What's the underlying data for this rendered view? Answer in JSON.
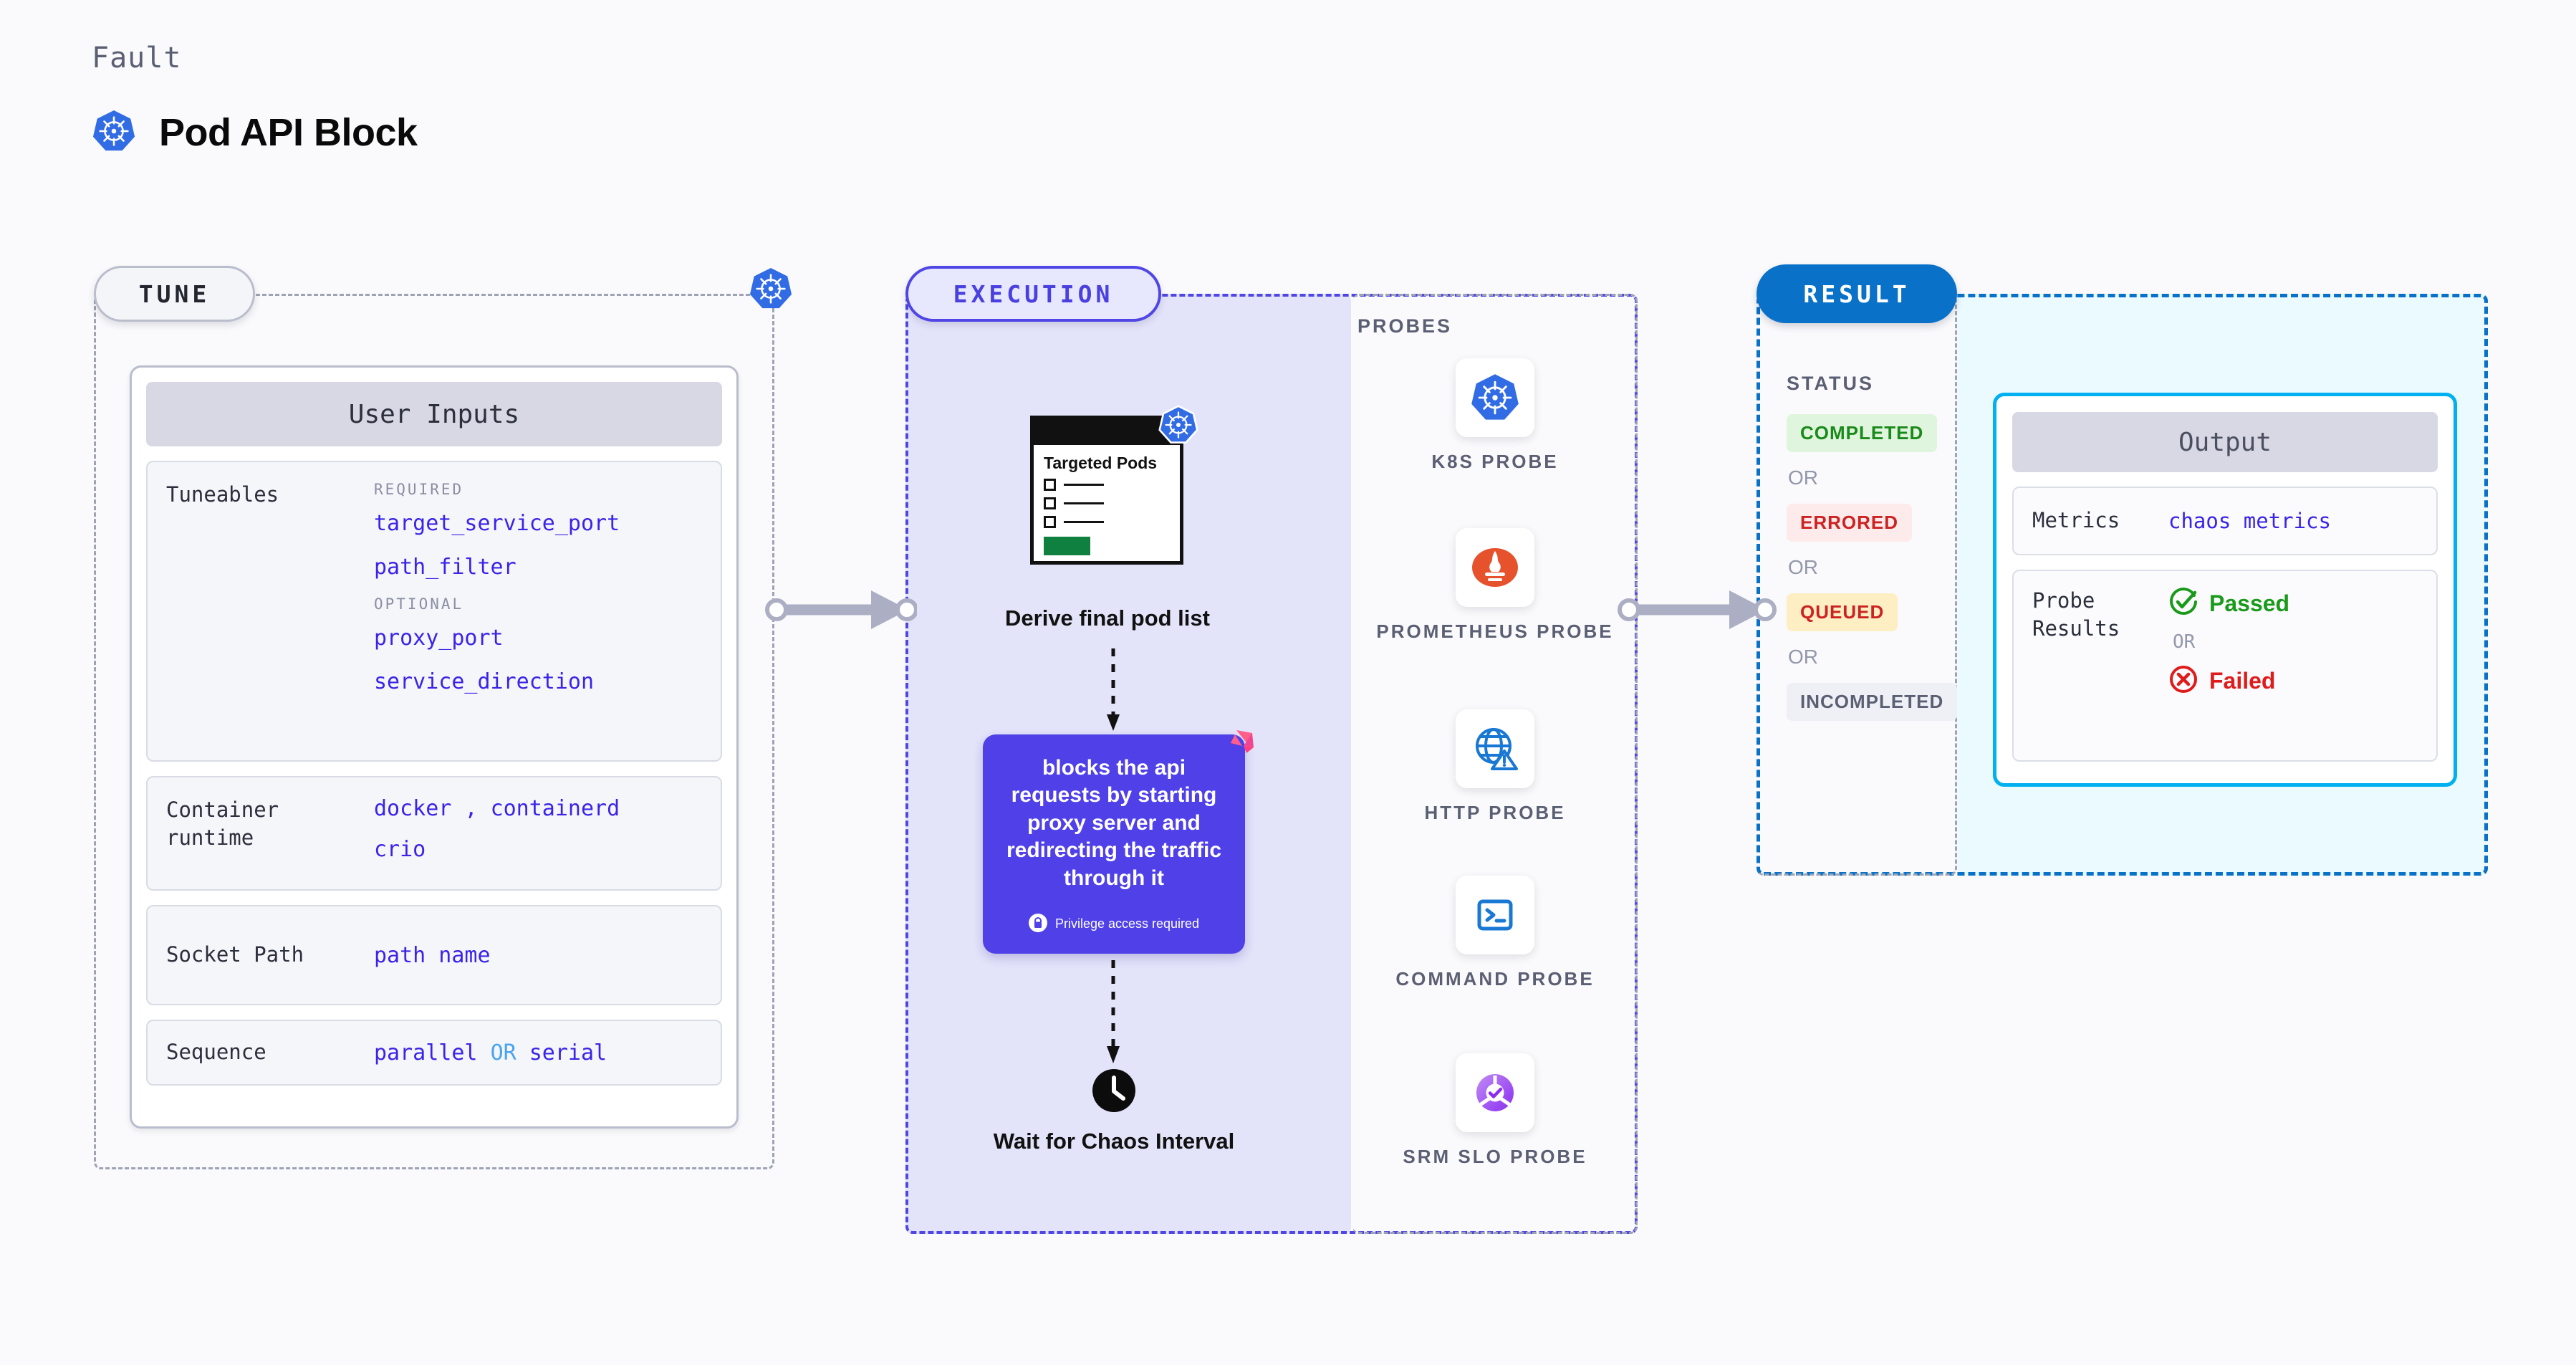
{
  "header": {
    "kicker": "Fault",
    "title": "Pod API Block",
    "icon": "kubernetes-icon"
  },
  "stages": {
    "tune": {
      "label": "TUNE"
    },
    "execution": {
      "label": "EXECUTION"
    },
    "result": {
      "label": "RESULT"
    }
  },
  "tune": {
    "card_title": "User Inputs",
    "edge_badge_icon": "kubernetes-icon",
    "rows": [
      {
        "label": "Tuneables",
        "groups": [
          {
            "name": "REQUIRED",
            "values": [
              "target_service_port",
              "path_filter"
            ]
          },
          {
            "name": "OPTIONAL",
            "values": [
              "proxy_port",
              "service_direction"
            ]
          }
        ]
      },
      {
        "label": "Container runtime",
        "line1_a": "docker",
        "line1_sep": ",",
        "line1_b": "containerd",
        "line2": "crio"
      },
      {
        "label": "Socket Path",
        "value": "path name"
      },
      {
        "label": "Sequence",
        "value_a": "parallel",
        "separator": "OR",
        "value_b": "serial"
      }
    ]
  },
  "execution": {
    "pods_card": {
      "title": "Targeted Pods",
      "badge_icon": "kubernetes-icon",
      "checkbox_rows": 3
    },
    "derive_label": "Derive final pod list",
    "action_card": {
      "text": "blocks the api requests by starting proxy server and redirecting the traffic through it",
      "privilege_note": "Privilege access required",
      "privilege_icon": "lock-icon",
      "corner_icon": "litmus-chaos-icon"
    },
    "wait_node": {
      "icon": "clock-icon",
      "label": "Wait for Chaos Interval"
    }
  },
  "probes": {
    "title": "PROBES",
    "items": [
      {
        "label": "K8S PROBE",
        "icon": "kubernetes-icon"
      },
      {
        "label": "PROMETHEUS PROBE",
        "icon": "prometheus-flame-icon"
      },
      {
        "label": "HTTP PROBE",
        "icon": "globe-warning-icon"
      },
      {
        "label": "COMMAND PROBE",
        "icon": "terminal-icon"
      },
      {
        "label": "SRM SLO PROBE",
        "icon": "slo-gauge-icon"
      }
    ]
  },
  "result": {
    "status_title": "STATUS",
    "statuses": [
      {
        "label": "COMPLETED",
        "text_color": "#1a8a1a",
        "bg_color": "#dff5dd"
      },
      {
        "label": "ERRORED",
        "text_color": "#cc2222",
        "bg_color": "#fdeaea"
      },
      {
        "label": "QUEUED",
        "text_color": "#cc2222",
        "bg_color": "#fdeec4"
      },
      {
        "label": "INCOMPLETED",
        "text_color": "#5b5f73",
        "bg_color": "#eff0f6"
      }
    ],
    "or_label": "OR",
    "output": {
      "card_title": "Output",
      "metrics_label": "Metrics",
      "metrics_value": "chaos metrics",
      "probe_results_label": "Probe Results",
      "passed_label": "Passed",
      "passed_icon": "check-circle-icon",
      "passed_color": "#1a9a1a",
      "or_label": "OR",
      "failed_label": "Failed",
      "failed_icon": "x-circle-icon",
      "failed_color": "#e01b1b"
    }
  },
  "colors": {
    "accent_purple": "#4f46e5",
    "accent_blue": "#0a71c8",
    "accent_cyan": "#00b0f0",
    "k8s_blue": "#326ce5",
    "value_blue": "#3a24e8"
  }
}
